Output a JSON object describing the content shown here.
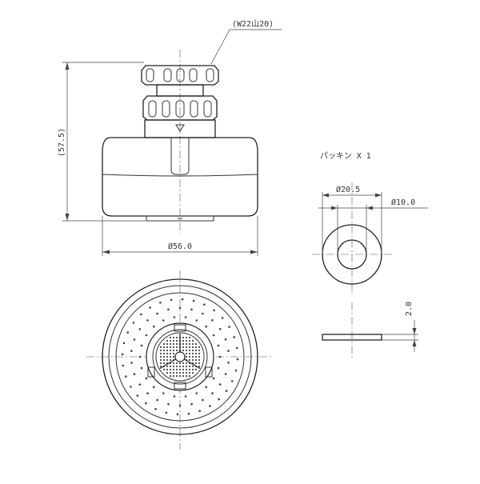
{
  "labels": {
    "thread": "(W22山20)",
    "height": "(57.5)",
    "width": "Ø56.0",
    "packing": "パッキン  X  1",
    "outer_dia": "Ø20.5",
    "inner_dia": "Ø10.0",
    "thickness": "2.0"
  }
}
